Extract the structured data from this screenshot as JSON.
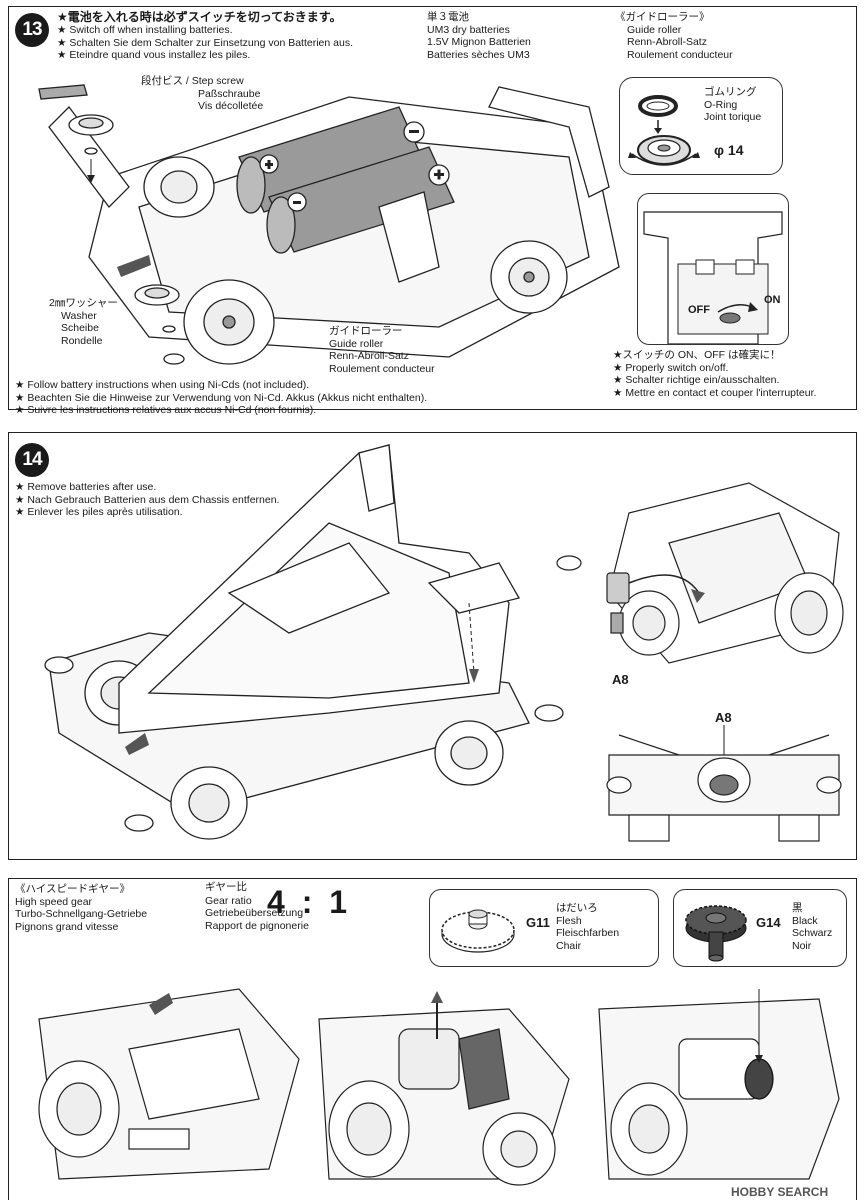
{
  "step13": {
    "number": "13",
    "warning": [
      "★電池を入れる時は必ずスイッチを切っておきます。",
      "★ Switch off when installing batteries.",
      "★ Schalten Sie dem Schalter zur Einsetzung von Batterien aus.",
      "★ Eteindre quand vous installez les piles."
    ],
    "battery_label": [
      "単３電池",
      "UM3 dry batteries",
      "1.5V Mignon Batterien",
      "Batteries sèches UM3"
    ],
    "guide_roller_title": [
      "《ガイドローラー》",
      "Guide roller",
      "Renn-Abroll-Satz",
      "Roulement conducteur"
    ],
    "oring_label": [
      "ゴムリング",
      "O-Ring",
      "Joint torique"
    ],
    "diameter": "φ 14",
    "step_screw_label": [
      "段付ビス / Step screw",
      "Paßschraube",
      "Vis décolletée"
    ],
    "washer_label": [
      "2㎜ワッシャー",
      "Washer",
      "Scheibe",
      "Rondelle"
    ],
    "roller_label": [
      "ガイドローラー",
      "Guide roller",
      "Renn-Abroll-Satz",
      "Roulement conducteur"
    ],
    "switch_off": "OFF",
    "switch_on": "ON",
    "switch_note": [
      "★スイッチの ON、OFF は確実に！",
      "★ Properly switch on/off.",
      "★ Schalter richtige ein/ausschalten.",
      "★ Mettre en contact et couper  l'interrupteur."
    ],
    "nicd_note": [
      "★ Follow battery instructions when using Ni-Cds (not included).",
      "★ Beachten Sie die Hinweise zur Verwendung von Ni-Cd. Akkus (Akkus nicht enthalten).",
      "★ Suivre les instructions relatives aux accus Ni-Cd (non fournis)."
    ]
  },
  "step14": {
    "number": "14",
    "notes": [
      "★ Remove batteries after use.",
      "★ Nach Gebrauch Batterien aus dem Chassis entfernen.",
      "★ Enlever les piles après utilisation."
    ],
    "part_a8_1": "A8",
    "part_a8_2": "A8"
  },
  "gear": {
    "title": [
      "《ハイスピードギヤー》",
      "High speed gear",
      "Turbo-Schnellgang-Getriebe",
      "Pignons grand vitesse"
    ],
    "ratio_jp": "ギヤー比",
    "ratio_value": "4 : 1",
    "ratio_labels": [
      "Gear ratio",
      "Getriebeübersetzung",
      "Rapport de pignonerie"
    ],
    "g11": {
      "code": "G11",
      "jp": "はだいろ",
      "lines": [
        "Flesh",
        "Fleischfarben",
        "Chair"
      ]
    },
    "g14": {
      "code": "G14",
      "jp": "黒",
      "lines": [
        "Black",
        "Schwarz",
        "Noir"
      ]
    }
  },
  "watermark": "HOBBY SEARCH",
  "colors": {
    "ink": "#1a1a1a",
    "battery": "#9a9a9a",
    "gear_dark": "#333333"
  }
}
